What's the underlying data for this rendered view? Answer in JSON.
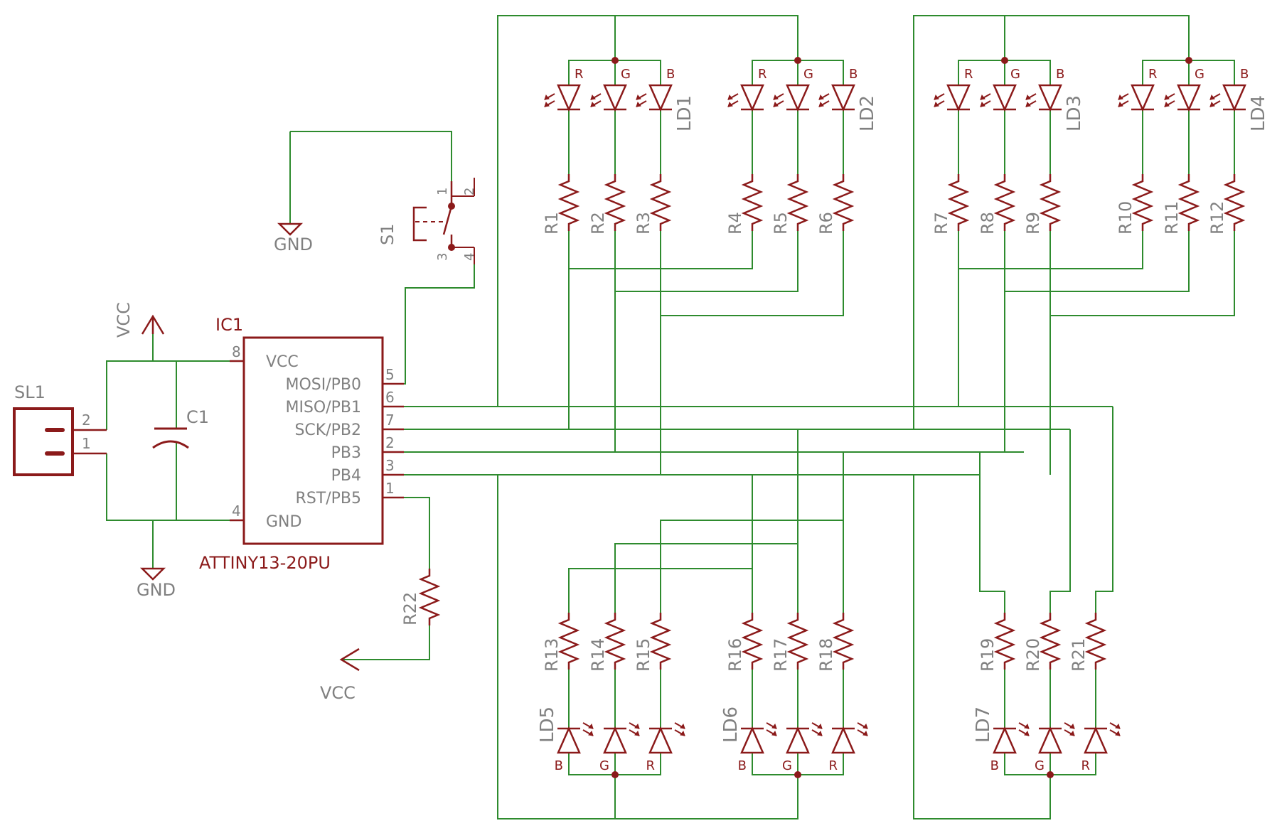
{
  "colors": {
    "wire": "#2e8b2e",
    "part": "#8b1a1a",
    "label": "#808080",
    "background": "#ffffff"
  },
  "ic": {
    "ref": "IC1",
    "value": "ATTINY13-20PU",
    "pins_left": [
      {
        "num": "8",
        "name": "VCC"
      },
      {
        "num": "4",
        "name": "GND"
      }
    ],
    "pins_right": [
      {
        "num": "5",
        "name": "MOSI/PB0"
      },
      {
        "num": "6",
        "name": "MISO/PB1"
      },
      {
        "num": "7",
        "name": "SCK/PB2"
      },
      {
        "num": "2",
        "name": "PB3"
      },
      {
        "num": "3",
        "name": "PB4"
      },
      {
        "num": "1",
        "name": "RST/PB5"
      }
    ]
  },
  "connector": {
    "ref": "SL1",
    "pins": [
      "2",
      "1"
    ]
  },
  "capacitor": {
    "ref": "C1"
  },
  "switch": {
    "ref": "S1",
    "pins": [
      "1",
      "2",
      "3",
      "4"
    ]
  },
  "supplies": {
    "vcc": "VCC",
    "gnd": "GND"
  },
  "reset_resistor": {
    "ref": "R22"
  },
  "leds": [
    "LD1",
    "LD2",
    "LD3",
    "LD4",
    "LD5",
    "LD6",
    "LD7"
  ],
  "led_channels": [
    "R",
    "G",
    "B"
  ],
  "led_channels_bottom": [
    "B",
    "G",
    "R"
  ],
  "resistors": [
    "R1",
    "R2",
    "R3",
    "R4",
    "R5",
    "R6",
    "R7",
    "R8",
    "R9",
    "R10",
    "R11",
    "R12",
    "R13",
    "R14",
    "R15",
    "R16",
    "R17",
    "R18",
    "R19",
    "R20",
    "R21"
  ]
}
